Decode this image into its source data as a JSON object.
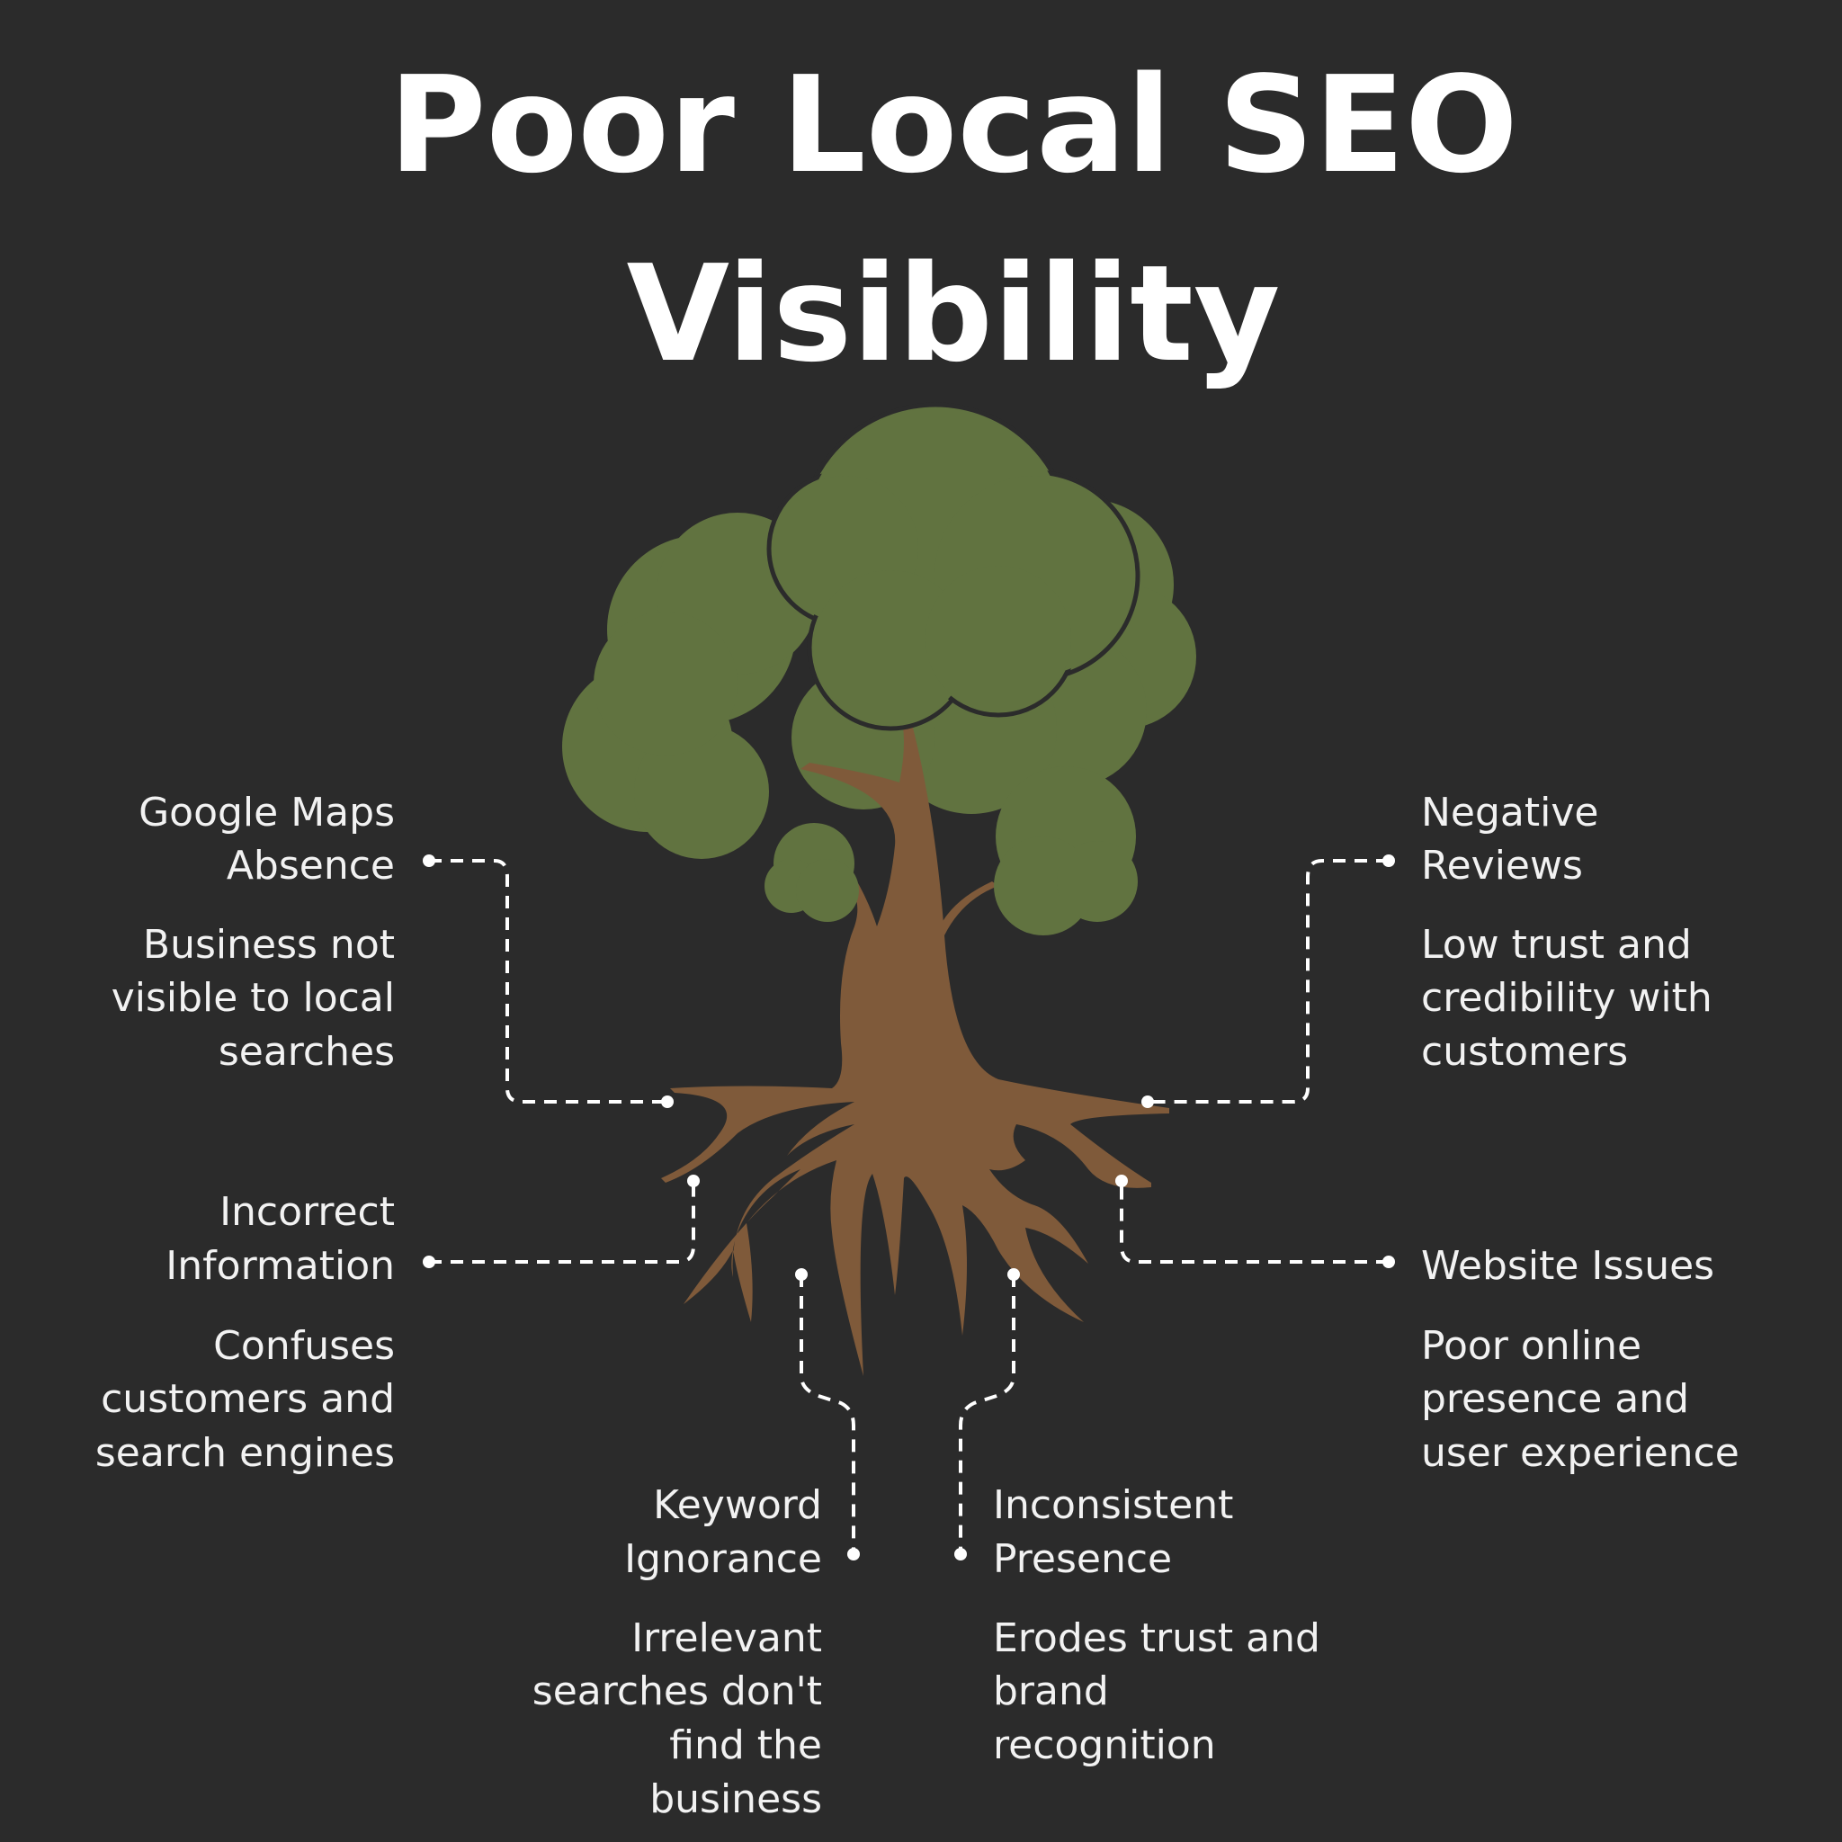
{
  "title": {
    "line1": "Poor Local SEO",
    "line2": "Visibility"
  },
  "colors": {
    "background": "#2b2b2b",
    "foliage": "#617340",
    "trunk": "#7f5a3a",
    "text": "#ffffff"
  },
  "items": [
    {
      "title": [
        "Google Maps",
        "Absence"
      ],
      "desc": [
        "Business not",
        "visible to local",
        "searches"
      ]
    },
    {
      "title": [
        "Negative",
        "Reviews"
      ],
      "desc": [
        "Low trust and",
        "credibility with",
        "customers"
      ]
    },
    {
      "title": [
        "Incorrect",
        "Information"
      ],
      "desc": [
        "Confuses",
        "customers and",
        "search engines"
      ]
    },
    {
      "title": [
        "Website Issues"
      ],
      "desc": [
        "Poor online",
        "presence and",
        "user experience"
      ]
    },
    {
      "title": [
        "Keyword",
        "Ignorance"
      ],
      "desc": [
        "Irrelevant",
        "searches don't",
        "find the",
        "business"
      ]
    },
    {
      "title": [
        "Inconsistent",
        "Presence"
      ],
      "desc": [
        "Erodes trust and",
        "brand",
        "recognition"
      ]
    }
  ]
}
